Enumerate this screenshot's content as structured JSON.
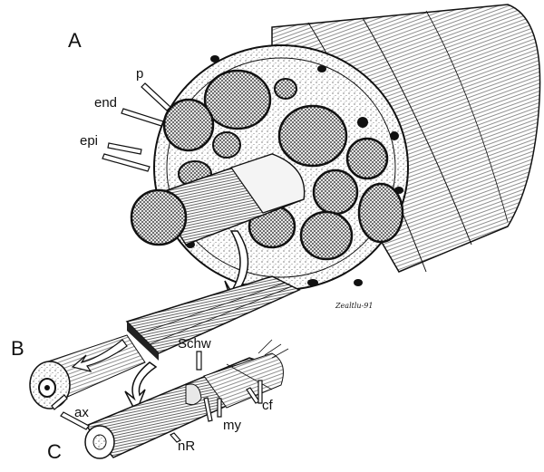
{
  "panels": {
    "a": "A",
    "b": "B",
    "c": "C"
  },
  "labels": {
    "p": "p",
    "end": "end",
    "epi": "epi",
    "schw": "Schw",
    "ax": "ax",
    "my": "my",
    "cf": "cf",
    "nr": "nR"
  },
  "signature": "Zealtlu-91"
}
